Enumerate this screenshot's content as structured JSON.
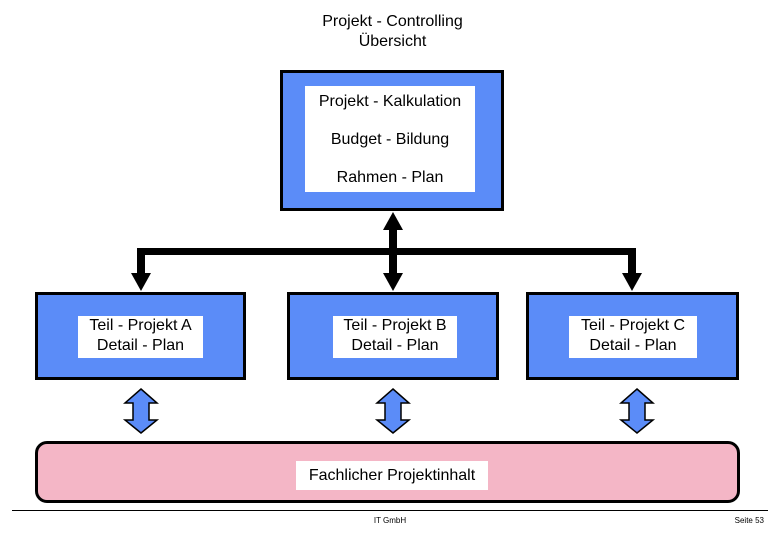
{
  "title": {
    "line1": "Projekt - Controlling",
    "line2": "Übersicht"
  },
  "top_box": {
    "lines": [
      "Projekt - Kalkulation",
      "Budget - Bildung",
      "Rahmen - Plan"
    ]
  },
  "sub_projects": [
    {
      "line1": "Teil - Projekt A",
      "line2": "Detail - Plan"
    },
    {
      "line1": "Teil - Projekt B",
      "line2": "Detail - Plan"
    },
    {
      "line1": "Teil - Projekt C",
      "line2": "Detail - Plan"
    }
  ],
  "bottom_box": {
    "label": "Fachlicher Projektinhalt"
  },
  "footer": {
    "company": "IT GmbH",
    "page": "Seite 53"
  },
  "colors": {
    "box_fill": "#5b8cf8",
    "bottom_fill": "#f4b6c6",
    "arrow_fill": "#5b8cf8",
    "border": "#000000"
  }
}
